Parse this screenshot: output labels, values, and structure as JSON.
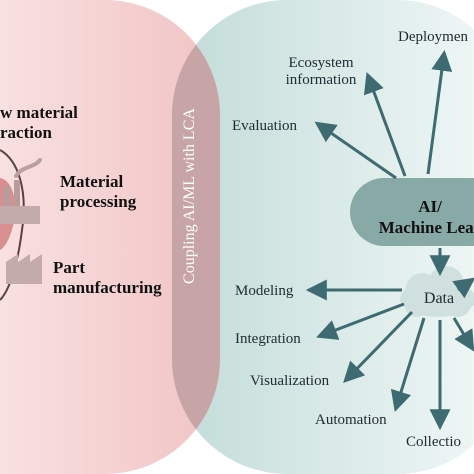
{
  "left_panel": {
    "items": [
      {
        "text": "w material\nraction"
      },
      {
        "text": "Material\nprocessing"
      },
      {
        "text": "Part\nmanufacturing"
      }
    ]
  },
  "overlap_label": "Coupling AI/ML with LCA",
  "center_node": {
    "text": "AI/\nMachine Lear"
  },
  "data_node": {
    "text": "Data"
  },
  "ai_targets": [
    "Ecosystem\ninformation",
    "Evaluation",
    "Deploymen"
  ],
  "data_targets": [
    "Modeling",
    "Integration",
    "Visualization",
    "Automation",
    "Collectio"
  ],
  "colors": {
    "left_fill": "#f3c9c9",
    "right_fill": "#cde4e1",
    "overlap_fill": "#c7a4a6",
    "arrow": "#3e6b72",
    "ai_node": "#88aaa7",
    "data_cloud": "#cfe0df"
  }
}
